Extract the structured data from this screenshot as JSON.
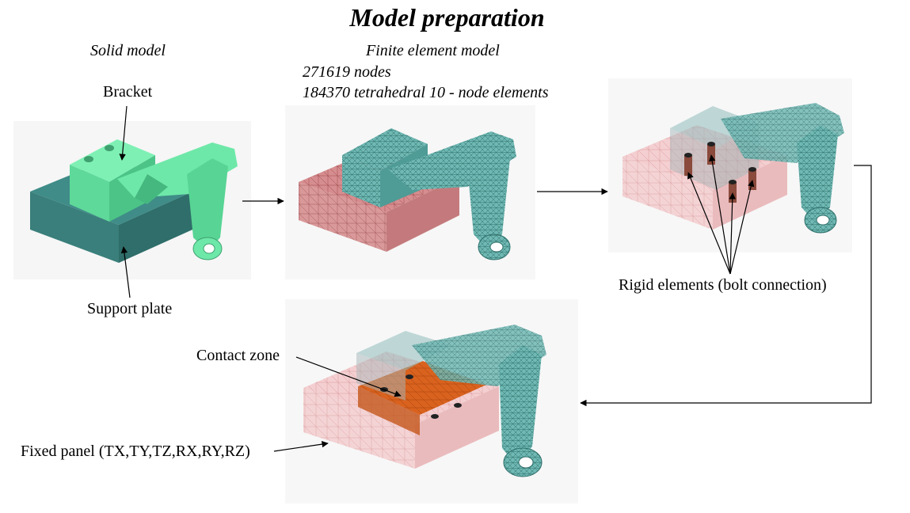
{
  "title": "Model preparation",
  "headings": {
    "solid": "Solid model",
    "fe": "Finite element model"
  },
  "fe_info": {
    "nodes": "271619 nodes",
    "elements": "184370 tetrahedral 10 - node elements"
  },
  "labels": {
    "bracket": "Bracket",
    "support": "Support plate",
    "rigid": "Rigid elements (bolt connection)",
    "contact": "Contact zone",
    "fixed": "Fixed panel (TX,TY,TZ,RX,RY,RZ)"
  },
  "colors": {
    "solid_bracket": "#6ee8a8",
    "solid_plate": "#3f8c88",
    "mesh_bracket": "#5aa9a4",
    "mesh_plate": "#d98a8c",
    "transparent_plate": "#f2c6c8",
    "contact_zone": "#d9621e"
  }
}
